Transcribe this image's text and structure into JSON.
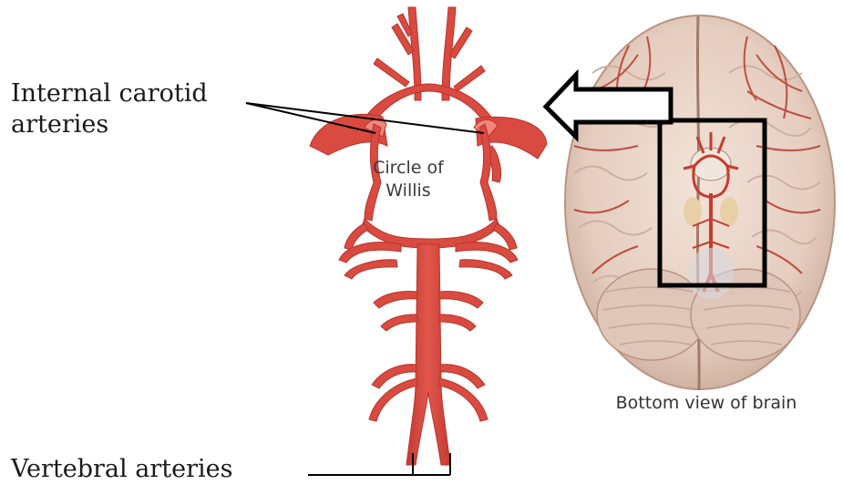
{
  "labels": {
    "internal_carotid": [
      "Internal carotid",
      "arteries"
    ],
    "vertebral": "Vertebral arteries",
    "circle_of_willis": [
      "Circle of",
      "Willis"
    ],
    "bottom_view": "Bottom view of brain"
  },
  "colors": {
    "artery": "#d94a41",
    "artery_dark": "#b7342c",
    "artery_light": "#f0857b",
    "brain": "#ead8cc",
    "brain_dark": "#c8a898",
    "brain_vessel": "#b33a2c",
    "line": "#000000"
  }
}
